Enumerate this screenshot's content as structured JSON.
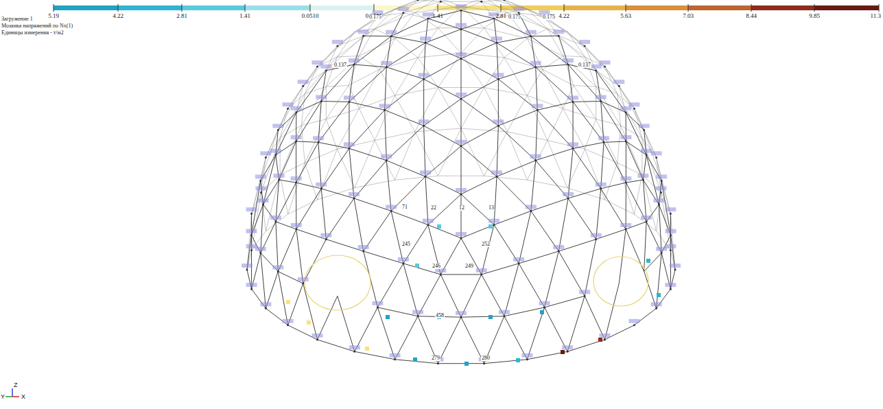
{
  "diagram": {
    "labels": [
      "Загружение 1",
      "Мозаика напряжений по Nx(1)",
      "Единицы измерения - т/м2",
      "5.19",
      "4.22",
      "2.81",
      "1.41",
      "0.0510",
      "0.0510",
      "1.41",
      "2.81",
      "4.22",
      "5.63",
      "7.03",
      "8.44",
      "9.85",
      "11.3",
      "0.175",
      "0.175",
      "0.175",
      "0.137",
      "0.137",
      "71",
      "22",
      "12",
      "13",
      "245",
      "252",
      "246",
      "249",
      "458",
      "279",
      "280",
      "Z",
      "Y",
      "X"
    ]
  }
}
